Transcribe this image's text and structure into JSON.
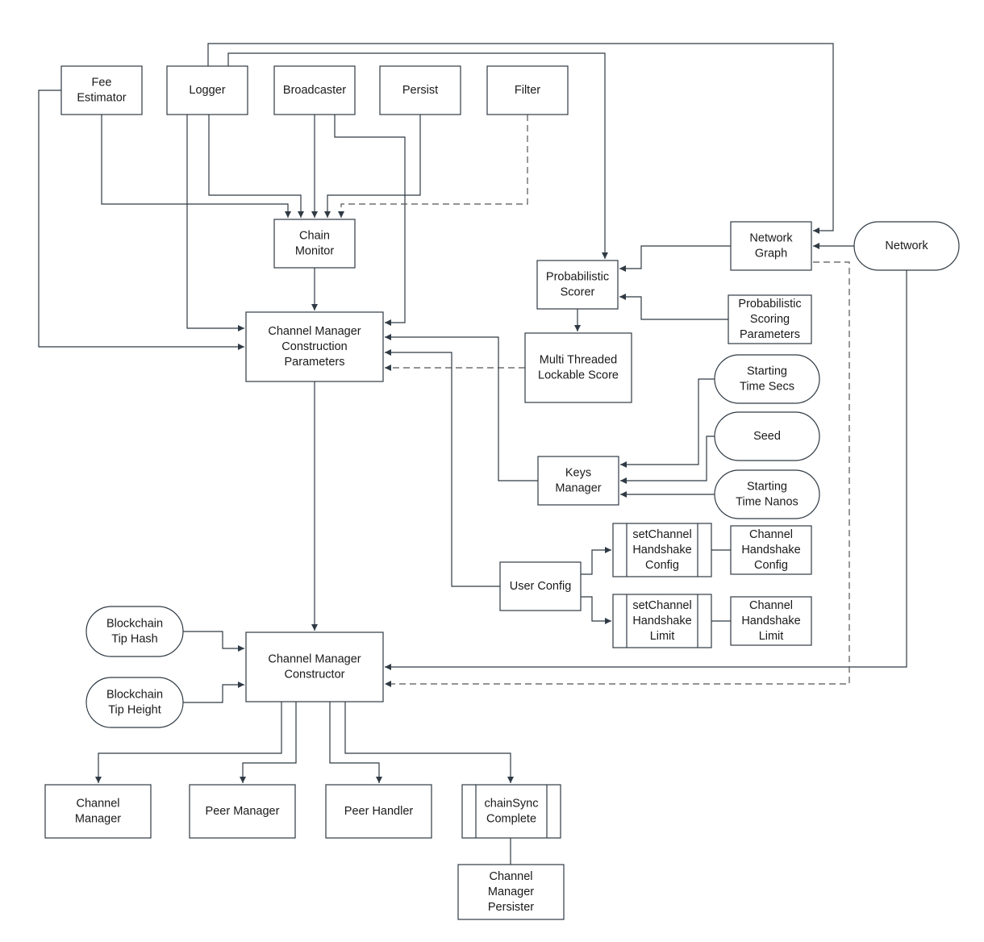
{
  "nodes": {
    "fee_estimator": {
      "label": [
        "Fee",
        "Estimator"
      ]
    },
    "logger": {
      "label": [
        "Logger"
      ]
    },
    "broadcaster": {
      "label": [
        "Broadcaster"
      ]
    },
    "persist": {
      "label": [
        "Persist"
      ]
    },
    "filter": {
      "label": [
        "Filter"
      ]
    },
    "chain_monitor": {
      "label": [
        "Chain",
        "Monitor"
      ]
    },
    "network_graph": {
      "label": [
        "Network",
        "Graph"
      ]
    },
    "network": {
      "label": [
        "Network"
      ]
    },
    "probabilistic_scorer": {
      "label": [
        "Probabilistic",
        "Scorer"
      ]
    },
    "probabilistic_scoring_parameters": {
      "label": [
        "Probabilistic",
        "Scoring",
        "Parameters"
      ]
    },
    "channel_manager_construction_parameters": {
      "label": [
        "Channel Manager",
        "Construction",
        "Parameters"
      ]
    },
    "multi_threaded_lockable_score": {
      "label": [
        "Multi Threaded",
        "Lockable Score"
      ]
    },
    "starting_time_secs": {
      "label": [
        "Starting",
        "Time Secs"
      ]
    },
    "seed": {
      "label": [
        "Seed"
      ]
    },
    "keys_manager": {
      "label": [
        "Keys",
        "Manager"
      ]
    },
    "starting_time_nanos": {
      "label": [
        "Starting",
        "Time Nanos"
      ]
    },
    "set_channel_handshake_config": {
      "label": [
        "setChannel",
        "Handshake",
        "Config"
      ]
    },
    "channel_handshake_config": {
      "label": [
        "Channel",
        "Handshake",
        "Config"
      ]
    },
    "user_config": {
      "label": [
        "User Config"
      ]
    },
    "set_channel_handshake_limit": {
      "label": [
        "setChannel",
        "Handshake",
        "Limit"
      ]
    },
    "channel_handshake_limit": {
      "label": [
        "Channel",
        "Handshake",
        "Limit"
      ]
    },
    "blockchain_tip_hash": {
      "label": [
        "Blockchain",
        "Tip Hash"
      ]
    },
    "channel_manager_constructor": {
      "label": [
        "Channel Manager",
        "Constructor"
      ]
    },
    "blockchain_tip_height": {
      "label": [
        "Blockchain",
        "Tip Height"
      ]
    },
    "channel_manager": {
      "label": [
        "Channel",
        "Manager"
      ]
    },
    "peer_manager": {
      "label": [
        "Peer Manager"
      ]
    },
    "peer_handler": {
      "label": [
        "Peer Handler"
      ]
    },
    "chain_sync_complete": {
      "label": [
        "chainSync",
        "Complete"
      ]
    },
    "channel_manager_persister": {
      "label": [
        "Channel",
        "Manager",
        "Persister"
      ]
    }
  },
  "edges": [
    {
      "from": "fee_estimator",
      "to": "chain_monitor",
      "style": "solid"
    },
    {
      "from": "fee_estimator",
      "to": "channel_manager_construction_parameters",
      "style": "solid"
    },
    {
      "from": "logger",
      "to": "chain_monitor",
      "style": "solid"
    },
    {
      "from": "logger",
      "to": "channel_manager_construction_parameters",
      "style": "solid"
    },
    {
      "from": "logger",
      "to": "network_graph",
      "style": "solid"
    },
    {
      "from": "logger",
      "to": "probabilistic_scorer",
      "style": "solid"
    },
    {
      "from": "broadcaster",
      "to": "chain_monitor",
      "style": "solid"
    },
    {
      "from": "broadcaster",
      "to": "channel_manager_construction_parameters",
      "style": "solid"
    },
    {
      "from": "persist",
      "to": "chain_monitor",
      "style": "solid"
    },
    {
      "from": "filter",
      "to": "chain_monitor",
      "style": "dashed"
    },
    {
      "from": "chain_monitor",
      "to": "channel_manager_construction_parameters",
      "style": "solid"
    },
    {
      "from": "network",
      "to": "network_graph",
      "style": "solid"
    },
    {
      "from": "network_graph",
      "to": "probabilistic_scorer",
      "style": "solid"
    },
    {
      "from": "probabilistic_scoring_parameters",
      "to": "probabilistic_scorer",
      "style": "solid"
    },
    {
      "from": "probabilistic_scorer",
      "to": "multi_threaded_lockable_score",
      "style": "solid"
    },
    {
      "from": "multi_threaded_lockable_score",
      "to": "channel_manager_construction_parameters",
      "style": "dashed"
    },
    {
      "from": "keys_manager",
      "to": "channel_manager_construction_parameters",
      "style": "solid"
    },
    {
      "from": "starting_time_secs",
      "to": "keys_manager",
      "style": "solid"
    },
    {
      "from": "seed",
      "to": "keys_manager",
      "style": "solid"
    },
    {
      "from": "starting_time_nanos",
      "to": "keys_manager",
      "style": "solid"
    },
    {
      "from": "user_config",
      "to": "channel_manager_construction_parameters",
      "style": "solid"
    },
    {
      "from": "user_config",
      "to": "set_channel_handshake_config",
      "style": "solid"
    },
    {
      "from": "user_config",
      "to": "set_channel_handshake_limit",
      "style": "solid"
    },
    {
      "from": "set_channel_handshake_config",
      "to": "channel_handshake_config",
      "style": "solid"
    },
    {
      "from": "set_channel_handshake_limit",
      "to": "channel_handshake_limit",
      "style": "solid"
    },
    {
      "from": "channel_manager_construction_parameters",
      "to": "channel_manager_constructor",
      "style": "solid"
    },
    {
      "from": "blockchain_tip_hash",
      "to": "channel_manager_constructor",
      "style": "solid"
    },
    {
      "from": "blockchain_tip_height",
      "to": "channel_manager_constructor",
      "style": "solid"
    },
    {
      "from": "network",
      "to": "channel_manager_constructor",
      "style": "solid"
    },
    {
      "from": "network_graph",
      "to": "channel_manager_constructor",
      "style": "dashed"
    },
    {
      "from": "channel_manager_constructor",
      "to": "channel_manager",
      "style": "solid"
    },
    {
      "from": "channel_manager_constructor",
      "to": "peer_manager",
      "style": "solid"
    },
    {
      "from": "channel_manager_constructor",
      "to": "peer_handler",
      "style": "solid"
    },
    {
      "from": "channel_manager_constructor",
      "to": "chain_sync_complete",
      "style": "solid"
    },
    {
      "from": "chain_sync_complete",
      "to": "channel_manager_persister",
      "style": "solid"
    }
  ]
}
